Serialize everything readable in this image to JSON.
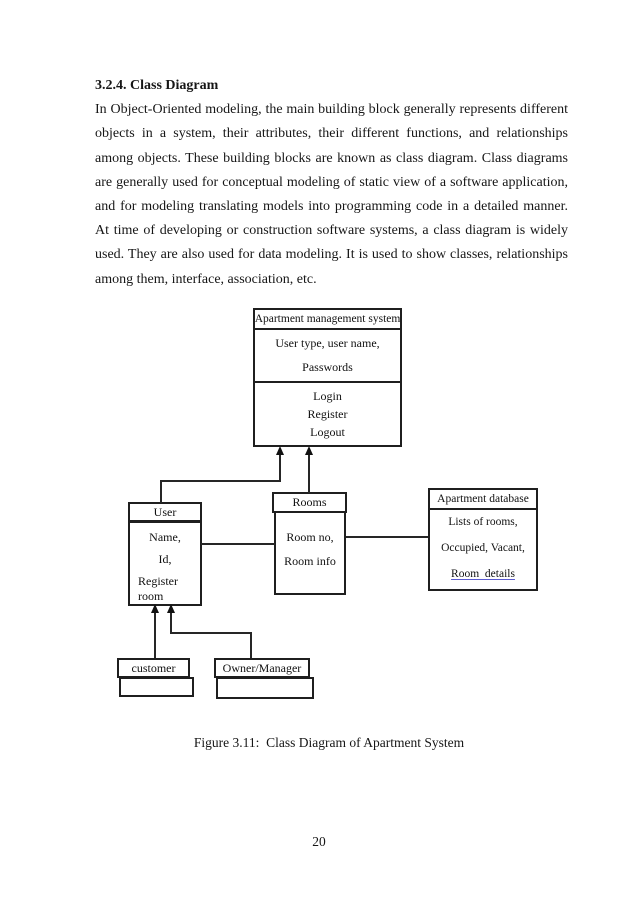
{
  "document": {
    "heading": "3.2.4. Class Diagram",
    "paragraph": "In Object-Oriented modeling, the main building block generally represents different objects in a system, their attributes, their different functions, and relationships among objects. These building blocks are known as class diagram. Class diagrams are generally used for conceptual modeling of static view of a software application, and for modeling translating models into programming code in a detailed manner. At time of developing or construction software systems, a class diagram is widely used. They are also used for data modeling. It is used to show classes, relationships among them, interface, association, etc.",
    "figure_caption": "Figure 3.11:  Class Diagram of Apartment System",
    "page_number": "20"
  },
  "diagram": {
    "apartment_management_system": {
      "title": "Apartment management system",
      "attributes": [
        "User type, user name,",
        "Passwords"
      ],
      "operations": [
        "Login",
        "Register",
        "Logout"
      ]
    },
    "user": {
      "title": "User",
      "attributes": [
        "Name,",
        "Id,",
        "Register room"
      ]
    },
    "rooms": {
      "title": "Rooms",
      "attributes": [
        "Room no,",
        "Room info"
      ]
    },
    "apartment_database": {
      "title": "Apartment database",
      "attributes": [
        "Lists of rooms,",
        "Occupied, Vacant,",
        "Room  details"
      ]
    },
    "customer": {
      "title": "customer"
    },
    "owner_manager": {
      "title": "Owner/Manager"
    }
  }
}
